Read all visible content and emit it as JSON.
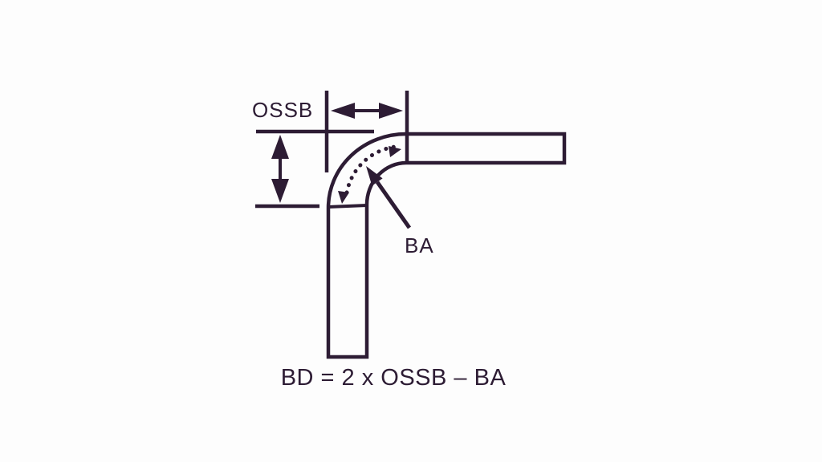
{
  "colors": {
    "ink": "#2d1c34",
    "background": "#fdfdfd"
  },
  "diagram": {
    "title_semantic": "sheet-metal 90 degree bend with outside setback dimensions",
    "ossb_label": "OSSB",
    "ba_label": "BA"
  },
  "formula": {
    "text": "BD = 2 x OSSB – BA"
  }
}
